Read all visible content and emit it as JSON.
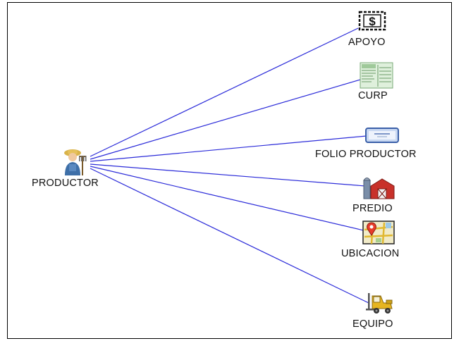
{
  "diagram": {
    "edge_color": "#2b2bd9",
    "root": {
      "label": "PRODUCTOR",
      "icon": "farmer-icon"
    },
    "children": [
      {
        "label": "APOYO",
        "icon": "dollar-bill-icon"
      },
      {
        "label": "CURP",
        "icon": "document-form-icon"
      },
      {
        "label": "FOLIO PRODUCTOR",
        "icon": "id-card-icon"
      },
      {
        "label": "PREDIO",
        "icon": "barn-silo-icon"
      },
      {
        "label": "UBICACION",
        "icon": "map-pin-icon"
      },
      {
        "label": "EQUIPO",
        "icon": "forklift-icon"
      }
    ]
  }
}
